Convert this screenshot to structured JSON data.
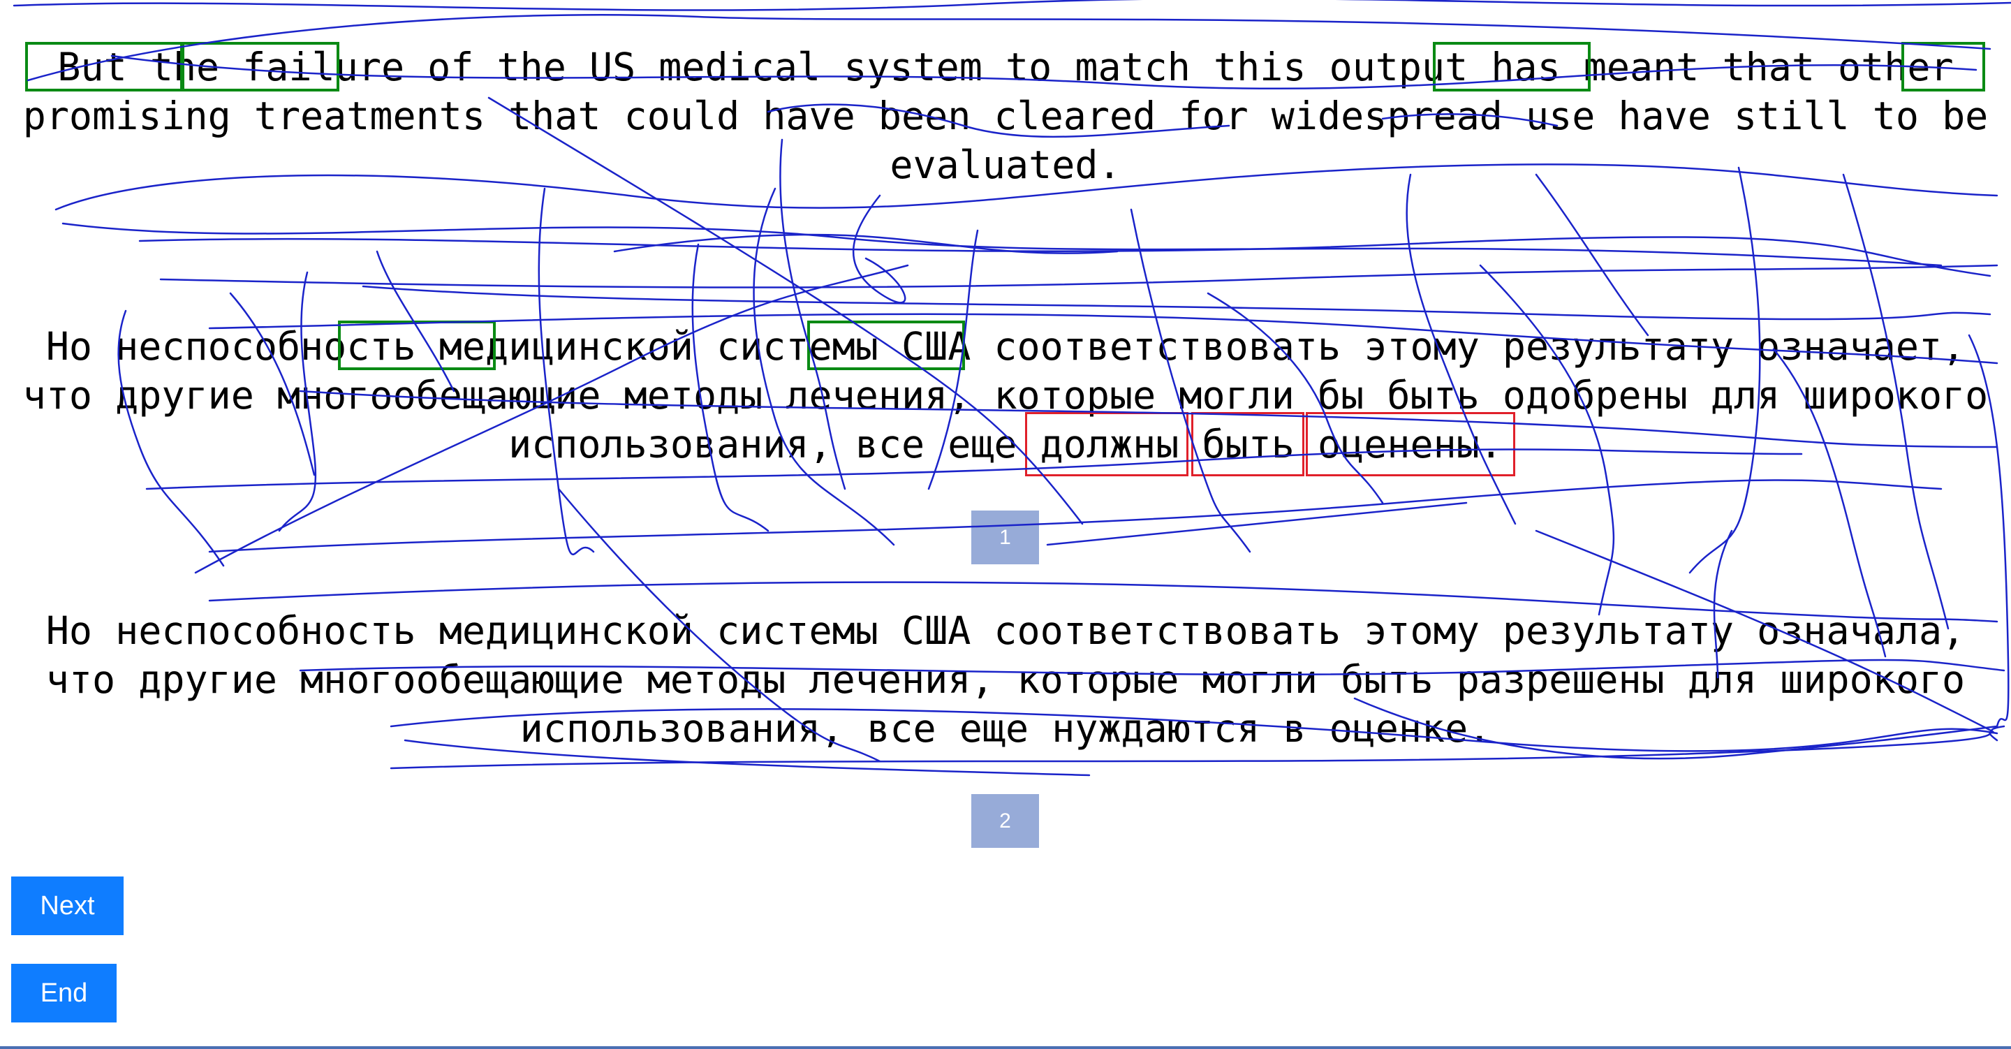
{
  "source_sentence": "But the failure of the US medical system to match this output has meant that other promising treatments that could have been cleared for widespread use have still to be evaluated.",
  "translations": [
    {
      "text": "Но неспособность медицинской системы США соответствовать этому результату означает, что другие многообещающие методы лечения, которые могли бы быть одобрены для широкого использования, все еще должны быть оценены.",
      "number": "1"
    },
    {
      "text": "Но неспособность медицинской системы США соответствовать этому результату означала, что другие многообещающие методы лечения, которые могли быть разрешены для широкого использования, все еще нуждаются в оценке.",
      "number": "2"
    }
  ],
  "buttons": {
    "next_label": "Next",
    "end_label": "End"
  },
  "colors": {
    "highlight_match": "#0a8a14",
    "highlight_error": "#e0202a",
    "scribble": "#1a23c9",
    "number_badge": "#97abd8",
    "button": "#0f7dff"
  }
}
